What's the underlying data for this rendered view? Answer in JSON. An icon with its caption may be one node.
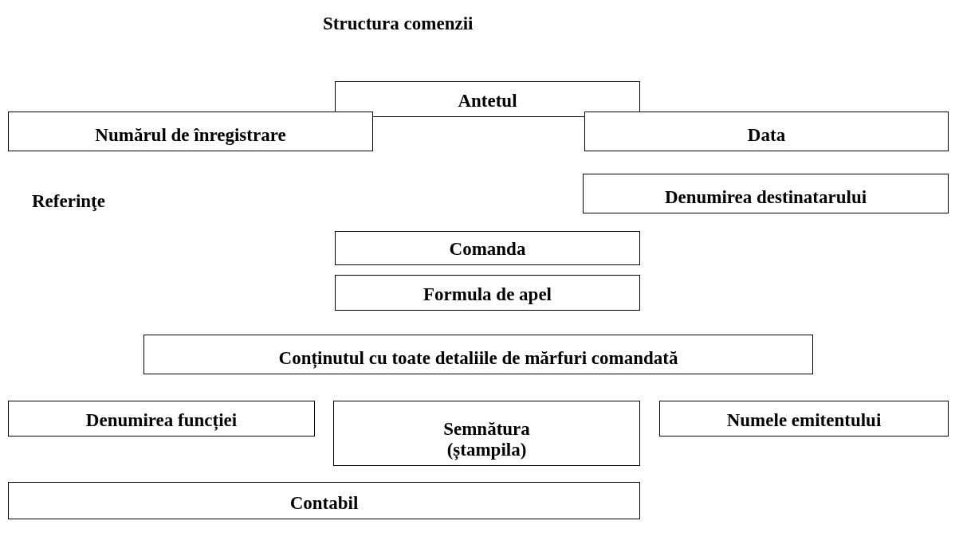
{
  "diagram": {
    "title": "Structura comenzii",
    "nodes": [
      {
        "text": [
          "Antetul"
        ]
      },
      {
        "text": [
          "Numărul de înregistrare"
        ]
      },
      {
        "text": [
          "Data"
        ]
      },
      {
        "text": [
          "Denumirea destinatarului"
        ]
      },
      {
        "text": [
          "Comanda"
        ]
      },
      {
        "text": [
          "Formula de apel"
        ]
      },
      {
        "text": [
          "Conținutul cu toate detaliile de mărfuri comandată"
        ]
      },
      {
        "text": [
          "Denumirea funcției"
        ]
      },
      {
        "text": [
          "Semnătura (ștampila)"
        ]
      },
      {
        "text": [
          "Numele emitentului"
        ]
      },
      {
        "text": [
          "Contabil"
        ]
      }
    ],
    "labels": [
      "Referinţe"
    ]
  }
}
